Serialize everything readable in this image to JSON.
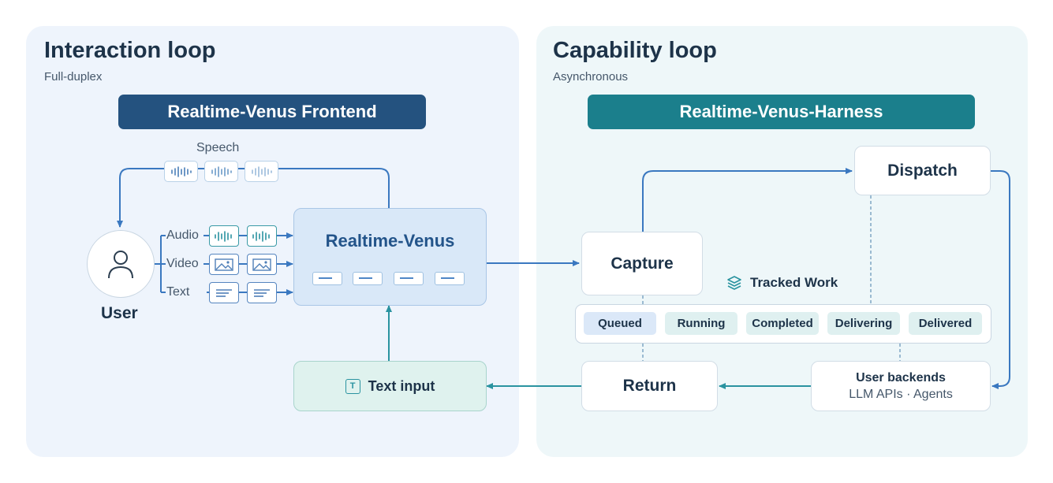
{
  "left_panel": {
    "title": "Interaction loop",
    "subtitle": "Full-duplex",
    "banner": "Realtime-Venus Frontend",
    "speech_label": "Speech",
    "user_label": "User",
    "channels": [
      "Audio",
      "Video",
      "Text"
    ],
    "core_label": "Realtime-Venus",
    "text_input_label": "Text input",
    "text_input_icon": "T"
  },
  "right_panel": {
    "title": "Capability loop",
    "subtitle": "Asynchronous",
    "banner": "Realtime-Venus-Harness",
    "capture_label": "Capture",
    "dispatch_label": "Dispatch",
    "return_label": "Return",
    "tracked_work_label": "Tracked Work",
    "stages": [
      "Queued",
      "Running",
      "Completed",
      "Delivering",
      "Delivered"
    ],
    "backends_title": "User backends",
    "backends_sub": "LLM APIs · Agents"
  },
  "colors": {
    "left_banner": "#24527f",
    "right_banner": "#1b7f8c",
    "blue_arrow": "#3a78c0",
    "teal_arrow": "#2a93a0",
    "core_fill": "#d9e8f8",
    "text_input_fill": "#dff2ee",
    "queued_fill": "#dbe8f8",
    "stage_fill": "#dff0f0"
  }
}
